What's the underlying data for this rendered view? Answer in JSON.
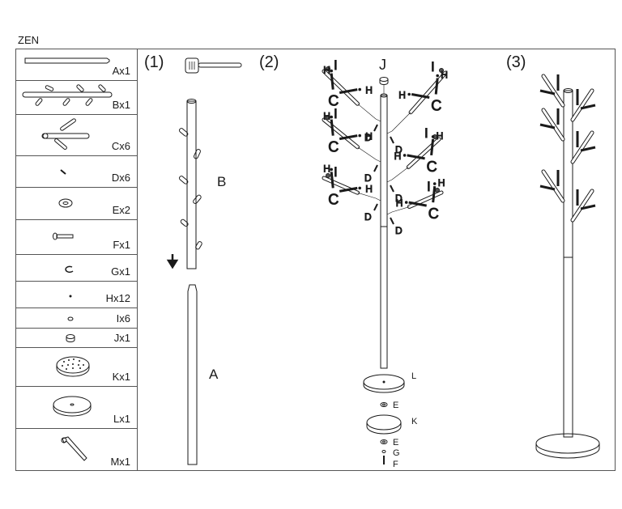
{
  "title": "ZEN",
  "parts": [
    {
      "id": "A",
      "label": "Ax1",
      "name": "pole-bottom"
    },
    {
      "id": "B",
      "label": "Bx1",
      "name": "pole-top-with-stubs"
    },
    {
      "id": "C",
      "label": "Cx6",
      "name": "branch-hook"
    },
    {
      "id": "D",
      "label": "Dx6",
      "name": "screw"
    },
    {
      "id": "E",
      "label": "Ex2",
      "name": "washer"
    },
    {
      "id": "F",
      "label": "Fx1",
      "name": "bolt"
    },
    {
      "id": "G",
      "label": "Gx1",
      "name": "spring-washer"
    },
    {
      "id": "H",
      "label": "Hx12",
      "name": "small-cap"
    },
    {
      "id": "I",
      "label": "Ix6",
      "name": "end-cap"
    },
    {
      "id": "J",
      "label": "Jx1",
      "name": "top-cap"
    },
    {
      "id": "K",
      "label": "Kx1",
      "name": "weighted-base-plate"
    },
    {
      "id": "L",
      "label": "Lx1",
      "name": "base-disc"
    },
    {
      "id": "M",
      "label": "Mx1",
      "name": "allen-key"
    }
  ],
  "steps": {
    "step1": {
      "label": "(1)",
      "part_top": "B",
      "part_bottom": "A"
    },
    "step2": {
      "label": "(2)",
      "top_label": "J",
      "branch_labels": {
        "end": "I",
        "cap": "H",
        "branch": "C",
        "screw": "D"
      },
      "stack": [
        "L",
        "E",
        "K",
        "E",
        "G",
        "F"
      ]
    },
    "step3": {
      "label": "(3)"
    }
  },
  "colors": {
    "line": "#1a1a1a",
    "border": "#555555",
    "background": "#ffffff"
  }
}
